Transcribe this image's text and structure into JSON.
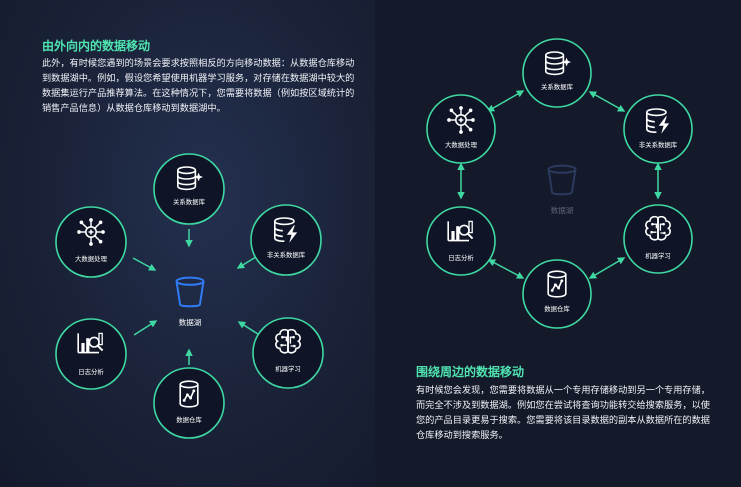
{
  "left": {
    "title": "由外向内的数据移动",
    "paragraph": "此外，有时候您遇到的场景会要求按照相反的方向移动数据：从数据仓库移动到数据湖中。例如，假设您希望使用机器学习服务，对存储在数据湖中较大的数据集运行产品推荐算法。在这种情况下，您需要将数据（例如按区域统计的销售产品信息）从数据仓库移动到数据湖中。",
    "hub": "数据湖",
    "nodes": [
      {
        "label": "关系数据库",
        "icon": "database-sparkle-icon"
      },
      {
        "label": "非关系数据库",
        "icon": "database-lightning-icon"
      },
      {
        "label": "机器学习",
        "icon": "brain-circuit-icon"
      },
      {
        "label": "数据仓库",
        "icon": "database-chart-icon"
      },
      {
        "label": "日志分析",
        "icon": "log-analytics-icon"
      },
      {
        "label": "大数据处理",
        "icon": "network-hub-icon"
      }
    ]
  },
  "right": {
    "title": "围绕周边的数据移动",
    "paragraph": "有时候您会发现，您需要将数据从一个专用存储移动到另一个专用存储，而完全不涉及到数据湖。例如您在尝试将查询功能转交给搜索服务，以使您的产品目录更易于搜索。您需要将该目录数据的副本从数据所在的数据仓库移动到搜索服务。",
    "hub": "数据湖",
    "nodes": [
      {
        "label": "关系数据库",
        "icon": "database-sparkle-icon"
      },
      {
        "label": "非关系数据库",
        "icon": "database-lightning-icon"
      },
      {
        "label": "机器学习",
        "icon": "brain-circuit-icon"
      },
      {
        "label": "数据仓库",
        "icon": "database-chart-icon"
      },
      {
        "label": "日志分析",
        "icon": "log-analytics-icon"
      },
      {
        "label": "大数据处理",
        "icon": "network-hub-icon"
      }
    ]
  },
  "colors": {
    "accent": "#3fd8a3",
    "hub_blue": "#2f7cf6",
    "background": "#151b2e"
  }
}
